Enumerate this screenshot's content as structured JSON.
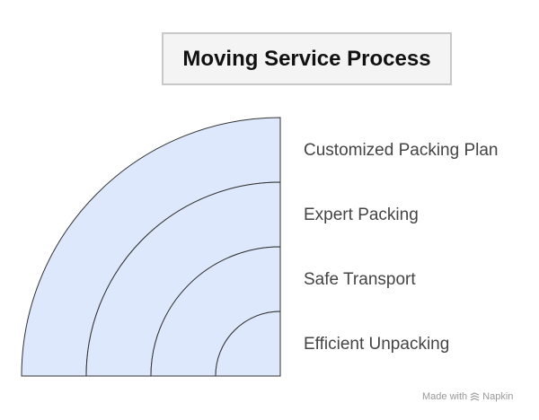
{
  "title": "Moving Service Process",
  "stages": [
    {
      "label": "Customized Packing Plan"
    },
    {
      "label": "Expert Packing"
    },
    {
      "label": "Safe Transport"
    },
    {
      "label": "Efficient Unpacking"
    }
  ],
  "colors": {
    "fill": "#dde8fc",
    "stroke": "#333333",
    "title_bg": "#f4f4f4",
    "title_border": "#c8c8c8",
    "label_text": "#444444"
  },
  "watermark": {
    "prefix": "Made with",
    "brand": "Napkin",
    "icon": "napkin-logo-icon"
  }
}
